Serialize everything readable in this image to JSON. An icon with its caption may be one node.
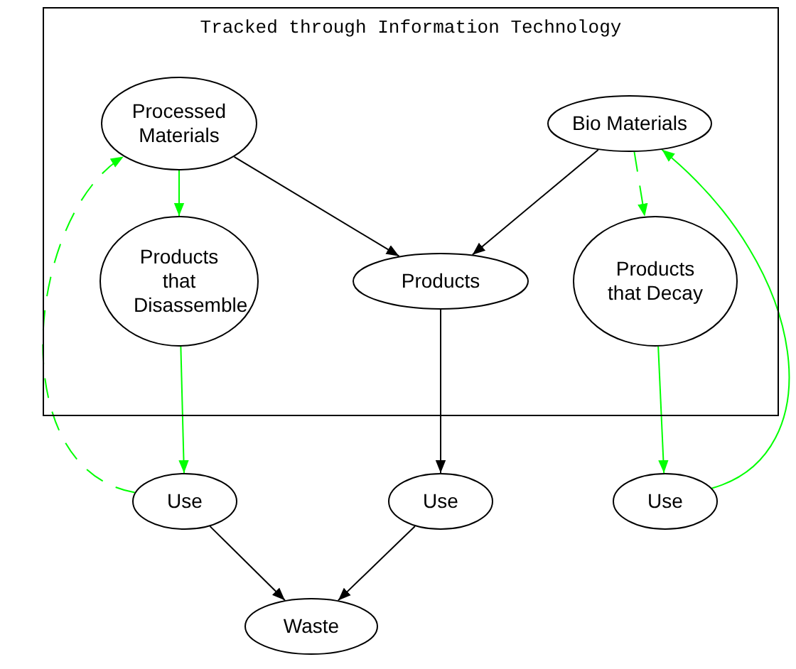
{
  "diagram": {
    "nodes": [
      {
        "text": [
          "Tracked through Information Technology"
        ]
      },
      {
        "text": [
          "Processed Materials"
        ],
        "in": 0
      },
      {
        "text": [
          "Bio Materials"
        ],
        "in": 0
      },
      {
        "text": [
          "Products that Disassemble"
        ],
        "in": 0
      },
      {
        "text": [
          "Products"
        ],
        "in": 0
      },
      {
        "text": [
          "Products that Decay"
        ],
        "in": 0
      },
      {
        "text": [
          "Use"
        ]
      },
      {
        "text": [
          "Use"
        ]
      },
      {
        "text": [
          "Use"
        ]
      },
      {
        "text": [
          "Waste"
        ]
      }
    ],
    "edges": [
      {
        "from": 1,
        "to": 3,
        "arrow": "to",
        "color": "#00ff00"
      },
      {
        "from": 1,
        "to": 4,
        "arrow": "to",
        "color": "#000000"
      },
      {
        "from": 2,
        "to": 4,
        "arrow": "to",
        "color": "#000000"
      },
      {
        "from": 2,
        "to": 5,
        "arrow": "to",
        "style": "dashed",
        "color": "#00ff00"
      },
      {
        "from": 3,
        "to": 6,
        "arrow": "to",
        "color": "#00ff00"
      },
      {
        "from": 4,
        "to": 7,
        "arrow": "to",
        "color": "#000000"
      },
      {
        "from": 5,
        "to": 8,
        "arrow": "to",
        "color": "#00ff00"
      },
      {
        "from": 6,
        "to": 9,
        "arrow": "to",
        "color": "#000000"
      },
      {
        "from": 7,
        "to": 9,
        "arrow": "to",
        "color": "#000000"
      },
      {
        "from": 6,
        "to": 1,
        "arrow": "to",
        "style": "dashed",
        "color": "#00ff00"
      },
      {
        "from": 8,
        "to": 2,
        "arrow": "to",
        "color": "#00ff00"
      }
    ]
  }
}
